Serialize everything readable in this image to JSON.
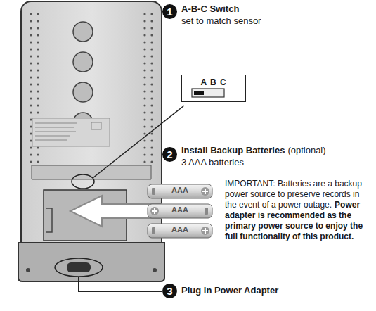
{
  "diagram": {
    "nodes": [
      {
        "text": [
          "A B C"
        ]
      }
    ],
    "labels": [
      "1",
      "A-B-C Switch",
      "set to match sensor",
      "2",
      "Install Backup Batteries",
      "(optional)",
      "3 AAA batteries",
      "AAA",
      "AAA",
      "AAA",
      "IMPORTANT: Batteries are a backup power source to preserve records in the event of a power outage.",
      "Power adapter is recommended as the primary power source to enjoy the full functionality of this product.",
      "3",
      "Plug in Power Adapter"
    ]
  }
}
